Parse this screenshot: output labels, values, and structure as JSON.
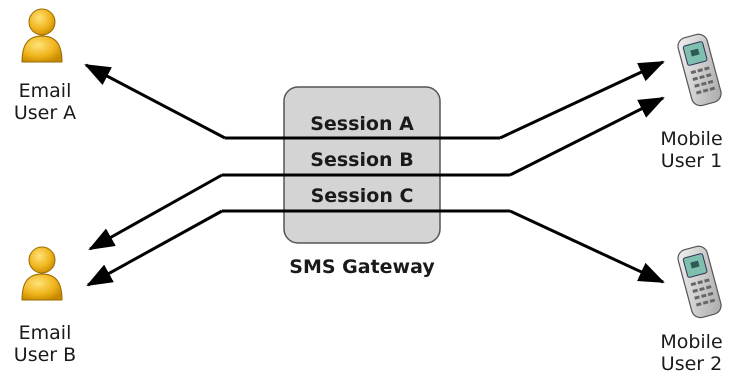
{
  "users": {
    "email_a": {
      "line1": "Email",
      "line2": "User A"
    },
    "email_b": {
      "line1": "Email",
      "line2": "User B"
    },
    "mobile_1": {
      "line1": "Mobile",
      "line2": "User 1"
    },
    "mobile_2": {
      "line1": "Mobile",
      "line2": "User 2"
    }
  },
  "gateway": {
    "label": "SMS Gateway",
    "sessions": [
      "Session A",
      "Session B",
      "Session C"
    ]
  },
  "icons": {
    "email_user": "user-icon",
    "mobile_user": "mobile-phone-icon"
  },
  "colors": {
    "gateway_fill": "#d4d4d4",
    "gateway_border": "#555555",
    "arrow": "#000000",
    "user_icon": "#f0b51d"
  }
}
